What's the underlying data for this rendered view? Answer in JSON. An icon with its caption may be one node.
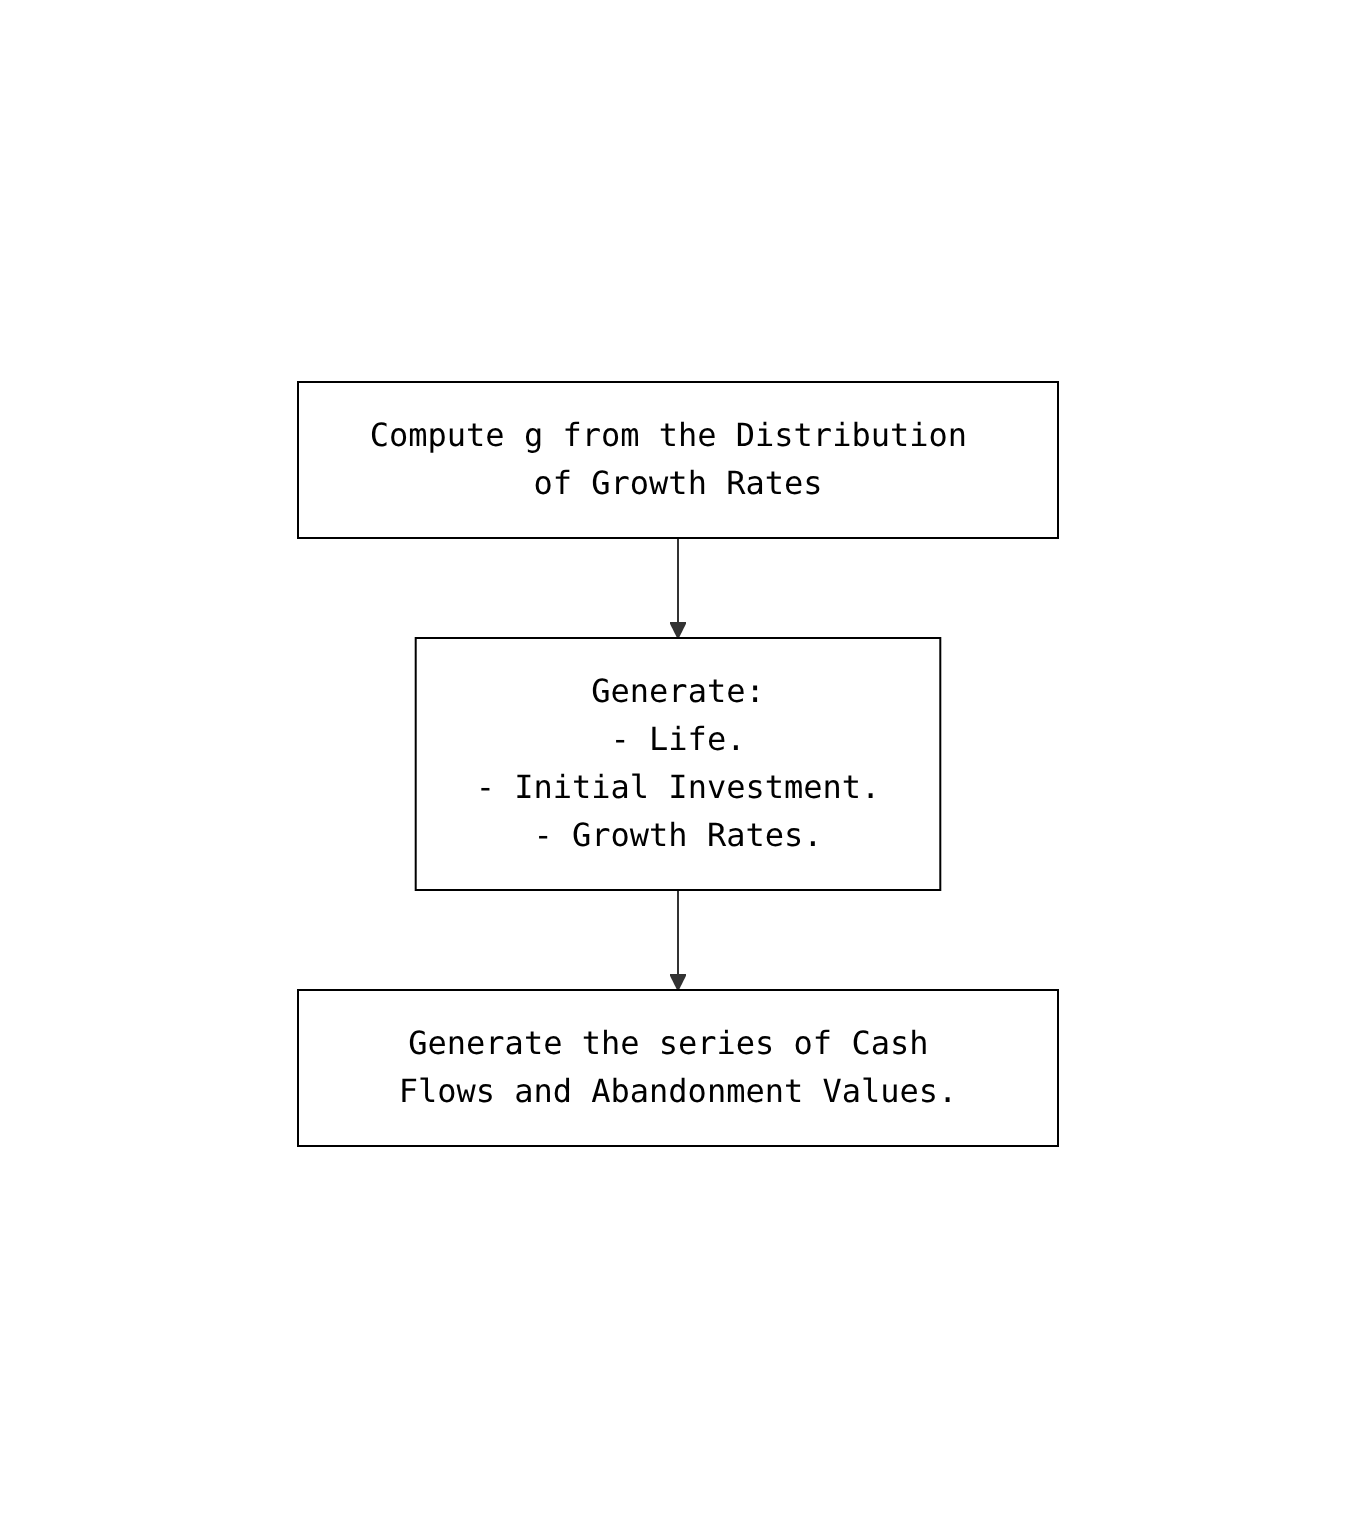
{
  "diagram": {
    "nodes": [
      {
        "text": [
          "Compute g from the Distribution of Growth Rates"
        ]
      },
      {
        "text": [
          "Generate:",
          "- Life.",
          "- Initial Investment.",
          "- Growth Rates."
        ]
      },
      {
        "text": [
          "Generate the series of Cash Flows and Abandonment Values."
        ]
      }
    ],
    "edges": [
      {
        "from": 0,
        "to": 1,
        "arrow": "to"
      },
      {
        "from": 1,
        "to": 2,
        "arrow": "to"
      }
    ]
  }
}
